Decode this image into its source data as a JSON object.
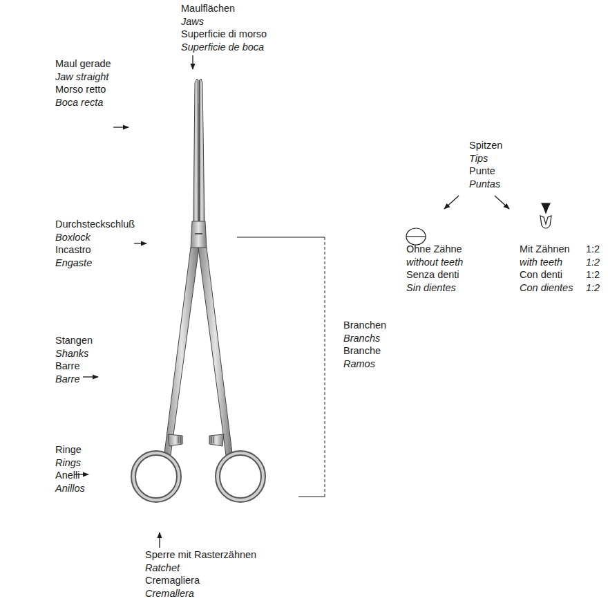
{
  "diagram": {
    "labels": [
      "Maulflächen",
      "Jaws",
      "Superficie di morso",
      "Superficie de boca",
      "Maul gerade",
      "Jaw straight",
      "Morso retto",
      "Boca recta",
      "Durchsteckschluß",
      "Boxlock",
      "Incastro",
      "Engaste",
      "Stangen",
      "Shanks",
      "Barre",
      "Barre",
      "Ringe",
      "Rings",
      "Anelli",
      "Anillos",
      "Sperre mit Rasterzähnen",
      "Ratchet",
      "Cremagliera",
      "Cremallera",
      "Branchen",
      "Branchs",
      "Branche",
      "Ramos",
      "Spitzen",
      "Tips",
      "Punte",
      "Puntas",
      "Ohne Zähne",
      "without teeth",
      "Senza denti",
      "Sin dientes",
      "Mit Zähnen",
      "with teeth",
      "Con denti",
      "Con dientes",
      "1:2",
      "1:2",
      "1:2",
      "1:2"
    ]
  }
}
